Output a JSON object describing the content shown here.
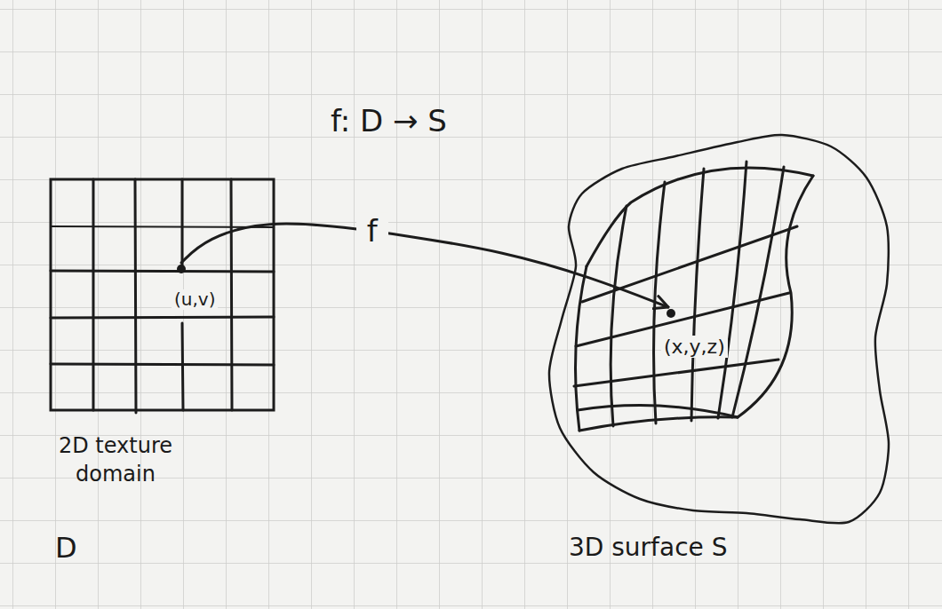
{
  "diagram": {
    "title": "f: D → S",
    "nodes": [
      {
        "text": [
          "(u,v)"
        ]
      },
      {
        "text": [
          "(x,y,z)"
        ]
      }
    ],
    "edges": [
      {
        "from": 0,
        "to": 1,
        "arrow": "to",
        "label": "f"
      }
    ],
    "labels": [
      "2D texture domain",
      "D",
      "3D surface S"
    ]
  }
}
